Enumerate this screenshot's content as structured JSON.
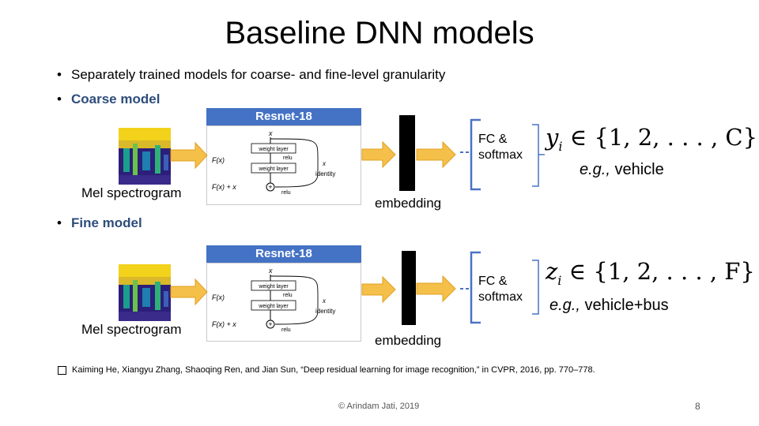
{
  "title": "Baseline DNN models",
  "bullets": {
    "b1": "Separately trained models for coarse- and fine-level granularity",
    "b2": "Coarse model",
    "b3": "Fine model"
  },
  "coarse": {
    "resnet_label": "Resnet-18",
    "input_label": "Mel spectrogram",
    "embedding_label": "embedding",
    "fc_line1": "FC &",
    "fc_line2": "softmax",
    "math_var": "y",
    "math_sub": "i",
    "math_set": "∈ {1, 2, . . . , C}",
    "example_eg": "e.g.,",
    "example_val": " vehicle"
  },
  "fine": {
    "resnet_label": "Resnet-18",
    "input_label": "Mel spectrogram",
    "embedding_label": "embedding",
    "fc_line1": "FC &",
    "fc_line2": "softmax",
    "math_var": "z",
    "math_sub": "i",
    "math_set": "∈ {1, 2, . . . , F}",
    "example_eg": "e.g.,",
    "example_val": " vehicle+bus"
  },
  "resnet_diagram": {
    "x_top": "x",
    "weight_layer": "weight layer",
    "relu": "relu",
    "fx": "F(x)",
    "fx_plus_x": "F(x) + x",
    "x_identity": "x",
    "identity": "identity"
  },
  "reference": "Kaiming He, Xiangyu Zhang, Shaoqing Ren, and Jian Sun, “Deep residual learning for image recognition,” in CVPR, 2016, pp. 770–778.",
  "footer": "© Arindam Jati, 2019",
  "page_number": "8",
  "colors": {
    "arrow": "#f5c04a",
    "arrow_stroke": "#e0a020",
    "bracket": "#4a72c4",
    "resnet_header": "#4472c4"
  }
}
